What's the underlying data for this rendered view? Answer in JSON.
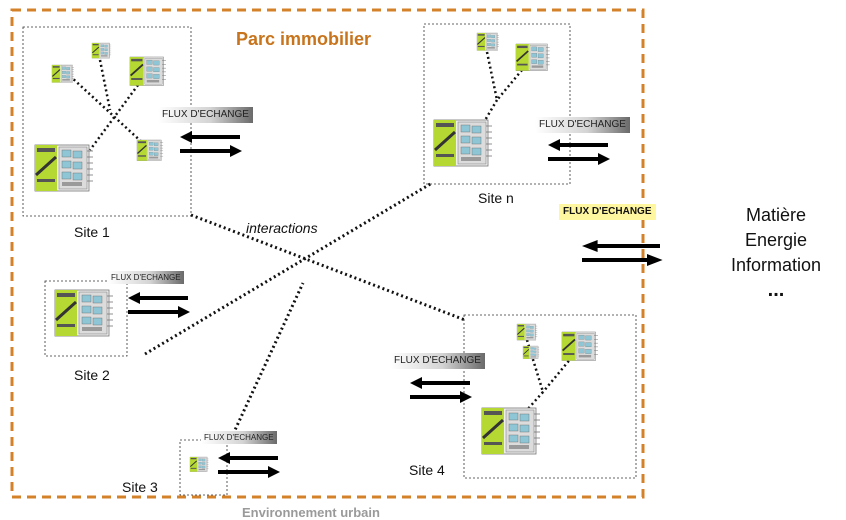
{
  "title": "Parc immobilier",
  "environment_label": "Environnement urbain",
  "interactions_label": "interactions",
  "flux_label": "FLUX D'ECHANGE",
  "sites": [
    {
      "id": "site-1",
      "label": "Site 1"
    },
    {
      "id": "site-2",
      "label": "Site 2"
    },
    {
      "id": "site-3",
      "label": "Site 3"
    },
    {
      "id": "site-4",
      "label": "Site 4"
    },
    {
      "id": "site-n",
      "label": "Site n"
    }
  ],
  "exchanges": [
    "Matière",
    "Energie",
    "Information",
    "..."
  ],
  "colors": {
    "boundary": "#d4822a",
    "title": "#c8741c",
    "environment": "#9a9a9a",
    "building_green": "#b6d832",
    "building_blue": "#8ec6d6",
    "highlight": "#fff6a0"
  }
}
